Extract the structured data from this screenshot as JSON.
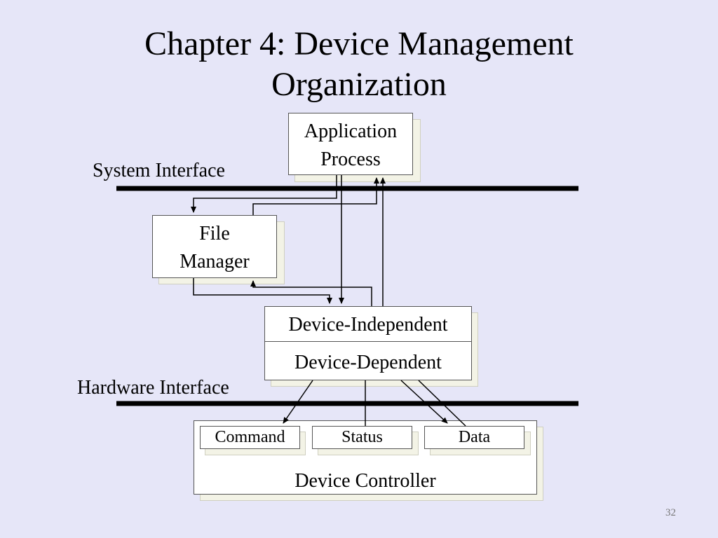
{
  "slide": {
    "title_line1": "Chapter 4: Device Management",
    "title_line2": "Organization",
    "page_number": "32"
  },
  "interfaces": {
    "system": "System Interface",
    "hardware": "Hardware Interface"
  },
  "boxes": {
    "application_process": {
      "line1": "Application",
      "line2": "Process"
    },
    "file_manager": {
      "line1": "File",
      "line2": "Manager"
    },
    "device_independent": "Device-Independent",
    "device_dependent": "Device-Dependent",
    "device_controller": "Device Controller"
  },
  "registers": [
    "Command",
    "Status",
    "Data"
  ],
  "colors": {
    "background": "#e6e6f8",
    "box_fill": "#ffffff",
    "shadow": "#f3f3e6",
    "line": "#000000"
  }
}
